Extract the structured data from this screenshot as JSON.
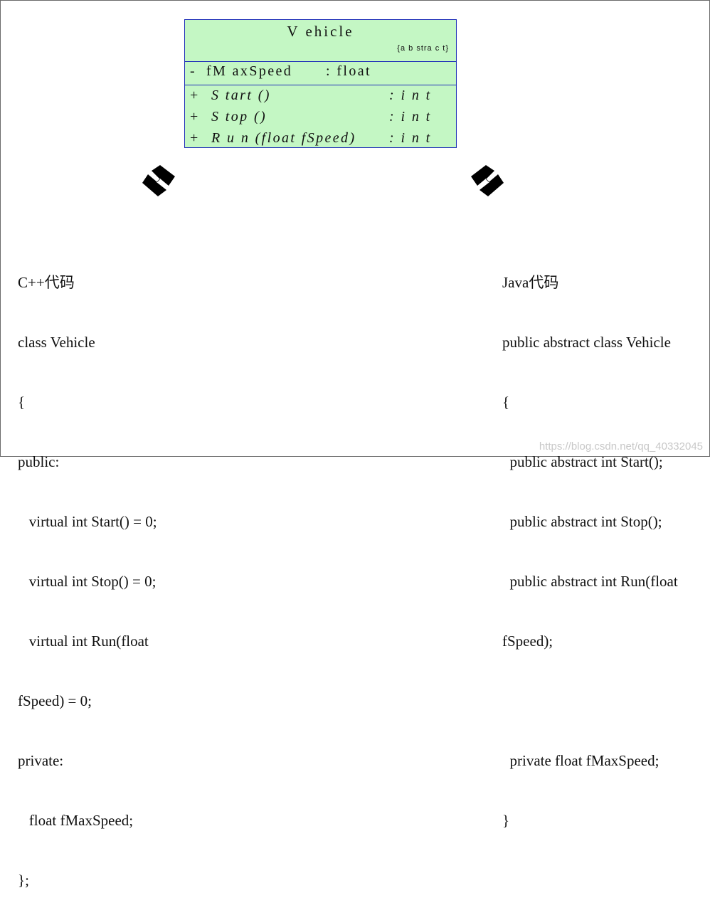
{
  "uml_class": {
    "name": "V ehicle",
    "stereotype": "{a b stra c t}",
    "attributes": [
      {
        "visibility": "-",
        "name": "fM axSpeed",
        "type": ": float"
      }
    ],
    "operations": [
      {
        "visibility": "+",
        "name": "S tart ()",
        "type": ": i n t"
      },
      {
        "visibility": "+",
        "name": "S top ()",
        "type": ": i n t"
      },
      {
        "visibility": "+",
        "name": "R u n (float fSpeed)",
        "type": ": i n t"
      }
    ]
  },
  "icons": {
    "left_arrow": "double-arrow-icon",
    "right_arrow": "double-arrow-icon"
  },
  "colors": {
    "uml_fill": "#c4f7c4",
    "uml_border": "#1f2fb8",
    "arrow": "#000000"
  },
  "cpp_code": {
    "lines": [
      "C++代码",
      "class Vehicle",
      "{",
      "public:",
      "   virtual int Start() = 0;",
      "   virtual int Stop() = 0;",
      "   virtual int Run(float",
      "fSpeed) = 0;",
      "private:",
      "   float fMaxSpeed;",
      "};"
    ]
  },
  "java_code": {
    "lines": [
      "Java代码",
      "public abstract class Vehicle",
      "{",
      "  public abstract int Start();",
      "  public abstract int Stop();",
      "  public abstract int Run(float",
      "fSpeed);",
      "",
      "  private float fMaxSpeed;",
      "}"
    ]
  },
  "watermark": "https://blog.csdn.net/qq_40332045"
}
